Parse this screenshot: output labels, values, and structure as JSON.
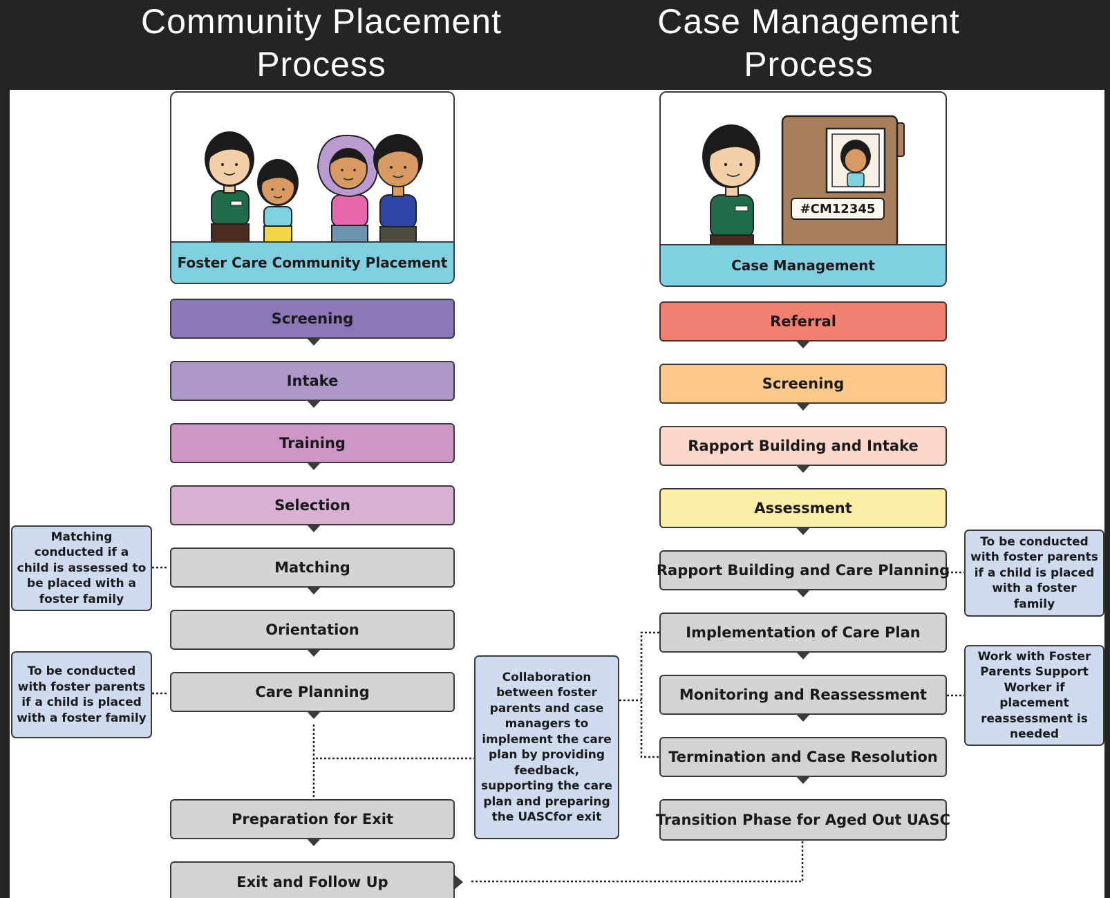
{
  "headers": {
    "left_line1": "Community Placement",
    "left_line2": "Process",
    "right_line1": "Case Management",
    "right_line2": "Process"
  },
  "left_panel": {
    "caption": "Foster Care Community Placement",
    "steps": [
      "Screening",
      "Intake",
      "Training",
      "Selection",
      "Matching",
      "Orientation",
      "Care Planning",
      "Preparation for Exit",
      "Exit and Follow Up"
    ]
  },
  "right_panel": {
    "caption": "Case Management",
    "folder_label": "#CM12345",
    "steps": [
      "Referral",
      "Screening",
      "Rapport Building and Intake",
      "Assessment",
      "Rapport Building and Care Planning",
      "Implementation of Care Plan",
      "Monitoring and Reassessment",
      "Termination and Case Resolution",
      "Transition Phase for Aged Out UASC"
    ]
  },
  "notes": {
    "matching": "Matching conducted if a child is assessed to be placed with a foster family",
    "care_planning_left": "To be conducted with foster parents if a child is placed with a foster family",
    "collaboration": "Collaboration between foster parents and case managers to implement the care plan by providing feedback, supporting the care plan and preparing the UASCfor exit",
    "care_planning_right": "To be conducted with foster parents if a child is placed with a foster family",
    "monitoring": "Work with Foster Parents Support Worker if placement reassessment is needed"
  },
  "colors": {
    "left_screening": "#8a78b6",
    "left_intake": "#ae98c9",
    "left_training": "#cc97c6",
    "left_selection": "#d7b0d2",
    "right_referral": "#f28070",
    "right_screening": "#fdc98b",
    "right_rapport_intake": "#fcd8cb",
    "right_assessment": "#fdeea7",
    "neutral_step": "#d4d4d6",
    "note_fill": "#cfdcf0",
    "caption_fill": "#7fd1e2"
  }
}
